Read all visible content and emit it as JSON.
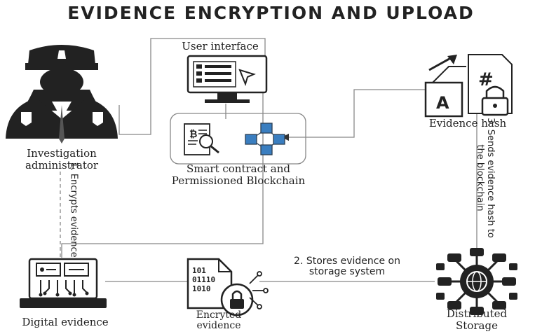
{
  "title": "EVIDENCE ENCRYPTION AND UPLOAD",
  "nodes": {
    "investigation_admin": {
      "line1": "Investigation",
      "line2": "administrator",
      "icon": "police-officer-icon"
    },
    "user_interface": {
      "label": "User interface",
      "icon": "computer-monitor-icon"
    },
    "smart_contract": {
      "line1": "Smart contract  and",
      "line2": "Permissioned  Blockchain",
      "icon": "blockchain-icon"
    },
    "evidence_hash": {
      "label": "Evidence hash",
      "icon": "hash-document-icon"
    },
    "digital_evidence": {
      "label": "Digital evidence",
      "icon": "circuit-laptop-icon"
    },
    "encrypted_evidence": {
      "line1": "Encryted",
      "line2": "evidence",
      "icon": "encrypted-file-icon"
    },
    "distributed_storage": {
      "line1": "Distributed",
      "line2": "Storage",
      "icon": "globe-network-icon"
    }
  },
  "steps": {
    "step1": "1. Encrypts evidence",
    "step2_line1": "2. Stores evidence on",
    "step2_line2": "storage system",
    "step3_line1": "3. Sends evidence hash to",
    "step3_line2": "the blockchain"
  },
  "colors": {
    "ink": "#222222",
    "line": "#888888",
    "blue": "#3a7ec0"
  }
}
